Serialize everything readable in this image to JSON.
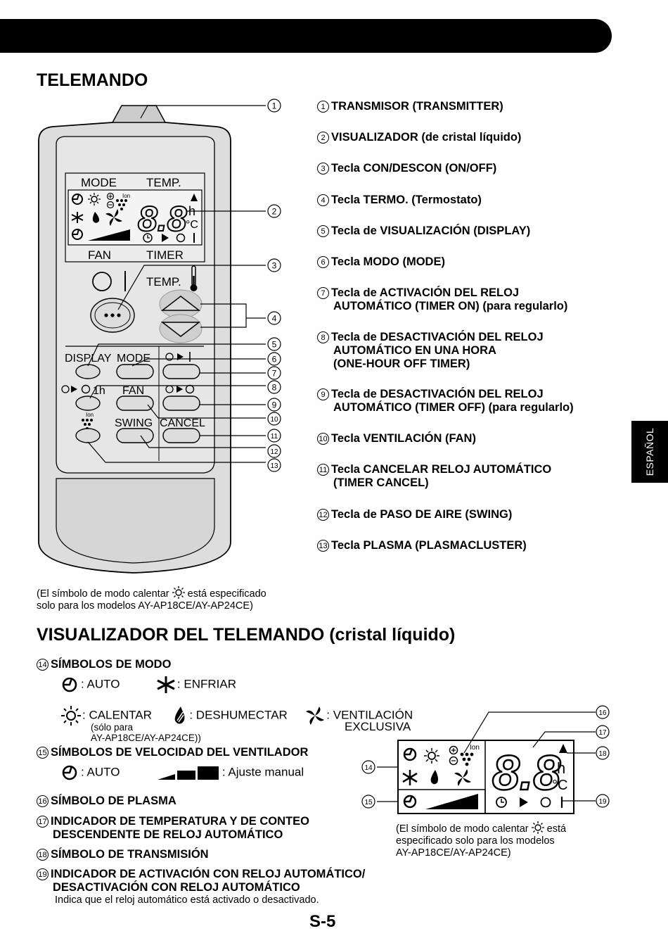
{
  "section_title": "TELEMANDO",
  "remote_labels": {
    "mode": "MODE",
    "temp": "TEMP.",
    "fan": "FAN",
    "timer": "TIMER",
    "temp_button": "TEMP.",
    "display": "DISPLAY",
    "mode_btn": "MODE",
    "one_h": "1h",
    "fan_btn": "FAN",
    "ion": "Ion",
    "swing": "SWING",
    "cancel": "CANCEL",
    "lcd_ion": "Ion",
    "lcd_h": "h",
    "lcd_c": "°C"
  },
  "callouts": [
    "1",
    "2",
    "3",
    "4",
    "5",
    "6",
    "7",
    "8",
    "9",
    "10",
    "11",
    "12",
    "13"
  ],
  "items": [
    {
      "num": "1",
      "lines": [
        "TRANSMISOR (TRANSMITTER)"
      ]
    },
    {
      "num": "2",
      "lines": [
        "VISUALIZADOR (de cristal líquido)"
      ]
    },
    {
      "num": "3",
      "lines": [
        "Tecla CON/DESCON (ON/OFF)"
      ]
    },
    {
      "num": "4",
      "lines": [
        "Tecla TERMO. (Termostato)"
      ]
    },
    {
      "num": "5",
      "lines": [
        "Tecla de VISUALIZACIÓN (DISPLAY)"
      ]
    },
    {
      "num": "6",
      "lines": [
        "Tecla MODO (MODE)"
      ]
    },
    {
      "num": "7",
      "lines": [
        "Tecla de ACTIVACIÓN DEL RELOJ",
        "AUTOMÁTICO (TIMER ON) (para regularlo)"
      ]
    },
    {
      "num": "8",
      "lines": [
        "Tecla de DESACTIVACIÓN DEL RELOJ",
        "AUTOMÁTICO EN UNA HORA",
        "(ONE-HOUR OFF TIMER)"
      ]
    },
    {
      "num": "9",
      "lines": [
        "Tecla de DESACTIVACIÓN DEL RELOJ",
        "AUTOMÁTICO (TIMER OFF) (para regularlo)"
      ]
    },
    {
      "num": "10",
      "lines": [
        "Tecla VENTILACIÓN (FAN)"
      ]
    },
    {
      "num": "11",
      "lines": [
        "Tecla CANCELAR RELOJ AUTOMÁTICO",
        "(TIMER CANCEL)"
      ]
    },
    {
      "num": "12",
      "lines": [
        "Tecla de PASO DE AIRE (SWING)"
      ]
    },
    {
      "num": "13",
      "lines": [
        "Tecla PLASMA (PLASMACLUSTER)"
      ]
    }
  ],
  "heat_note": {
    "line1a": "(El símbolo de modo calentar",
    "line1b": "está especificado",
    "line2": "solo para los modelos AY-AP18CE/AY-AP24CE)"
  },
  "side_tab": "ESPAÑOL",
  "display_section_title": "VISUALIZADOR DEL TELEMANDO (cristal líquido)",
  "mode_symbols": {
    "num": "14",
    "title": "SÍMBOLOS DE MODO",
    "auto": ": AUTO",
    "cool": ": ENFRIAR",
    "heat": ": CALENTAR",
    "dry": ": DESHUMECTAR",
    "fan": ": VENTILACIÓN",
    "fan2": "EXCLUSIVA",
    "heat_note1": "(sólo para",
    "heat_note2": "AY-AP18CE/AY-AP24CE))"
  },
  "fan_symbols": {
    "num": "15",
    "title": "SÍMBOLOS DE VELOCIDAD DEL VENTILADOR",
    "auto": ": AUTO",
    "manual": ": Ajuste manual"
  },
  "plasma": {
    "num": "16",
    "title": "SÍMBOLO DE PLASMA"
  },
  "temp_indicator": {
    "num": "17",
    "line1": "INDICADOR DE TEMPERATURA Y DE CONTEO",
    "line2": "DESCENDENTE DE RELOJ AUTOMÁTICO"
  },
  "transmission": {
    "num": "18",
    "title": "SÍMBOLO DE TRANSMISIÓN"
  },
  "timer_indicator": {
    "num": "19",
    "line1": "INDICADOR DE ACTIVACIÓN CON RELOJ AUTOMÁTICO/",
    "line2": "DESACTIVACIÓN CON RELOJ AUTOMÁTICO",
    "desc": "Indica que el reloj automático está activado o desactivado."
  },
  "lcd_callouts": [
    "14",
    "15",
    "16",
    "17",
    "18",
    "19"
  ],
  "lcd_note": {
    "line1a": "(El símbolo de modo calentar",
    "line1b": "está",
    "line2": "especificado solo para los modelos",
    "line3": "AY-AP18CE/AY-AP24CE)"
  },
  "page_number": "S-5"
}
